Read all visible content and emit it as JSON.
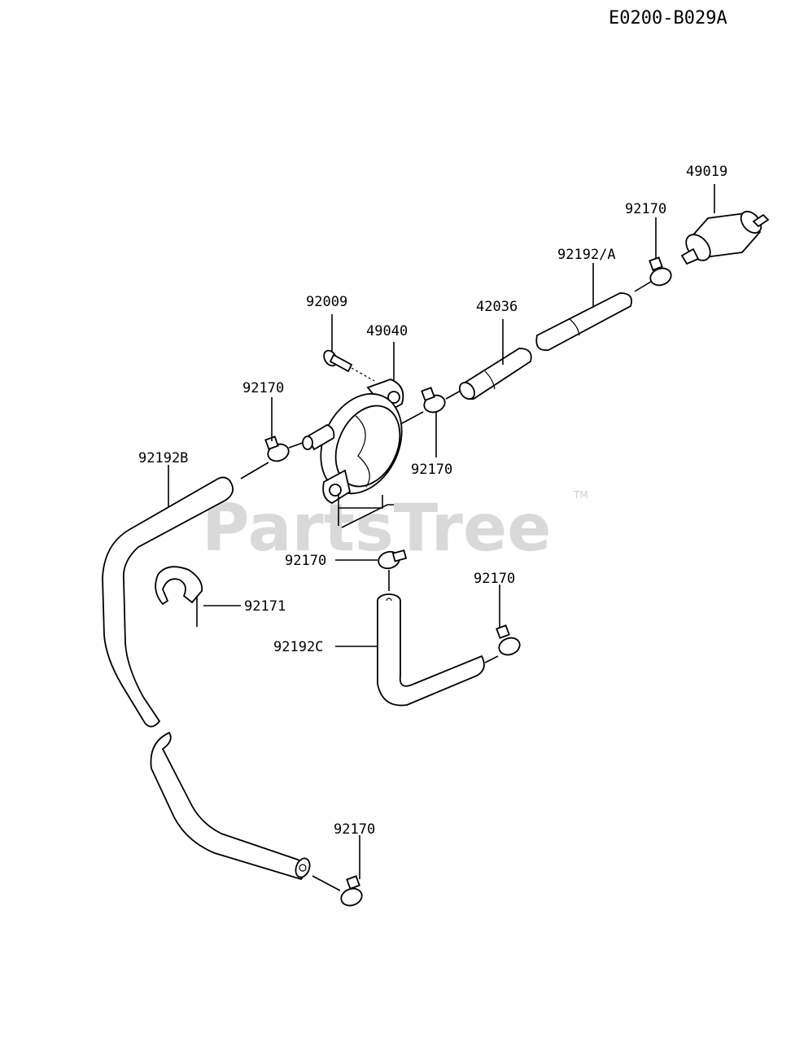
{
  "diagram_code": "E0200-B029A",
  "watermark": "PartsTree",
  "trademark": "TM",
  "callouts": {
    "c_49019": "49019",
    "c_92170_a": "92170",
    "c_92192a": "92192/A",
    "c_42036": "42036",
    "c_92009": "92009",
    "c_49040": "49040",
    "c_92170_b": "92170",
    "c_92170_c": "92170",
    "c_92192b": "92192B",
    "c_92170_d": "92170",
    "c_92171": "92171",
    "c_92170_e": "92170",
    "c_92192c": "92192C",
    "c_92170_f": "92170"
  }
}
